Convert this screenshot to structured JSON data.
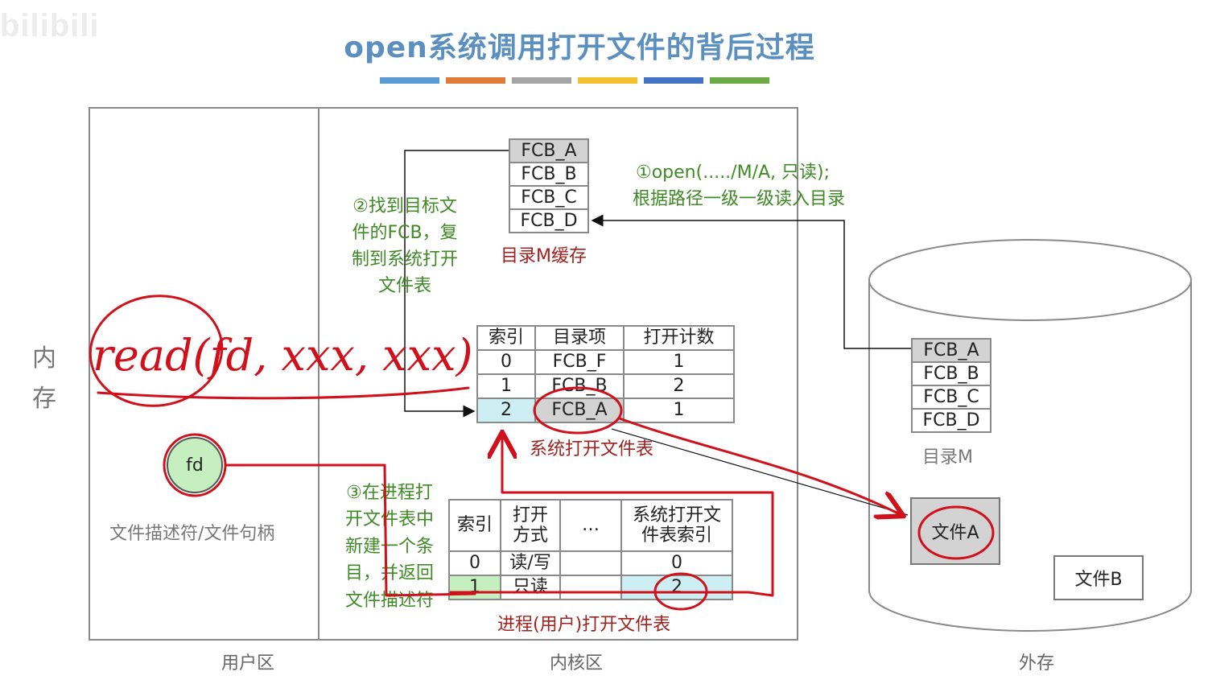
{
  "watermark": "bilibili",
  "title": "open系统调用打开文件的背后过程",
  "title_bar_colors": [
    "#5a9bd3",
    "#e07b39",
    "#a5a5a5",
    "#f2c12e",
    "#4472c4",
    "#6aab46"
  ],
  "side_label": [
    "内",
    "存"
  ],
  "zones": {
    "user": "用户区",
    "kernel": "内核区",
    "external": "外存"
  },
  "dir_cache": {
    "rows": [
      "FCB_A",
      "FCB_B",
      "FCB_C",
      "FCB_D"
    ],
    "caption": "目录M缓存"
  },
  "disk_dir": {
    "rows": [
      "FCB_A",
      "FCB_B",
      "FCB_C",
      "FCB_D"
    ],
    "caption": "目录M"
  },
  "step1": [
    "①open(...../M/A, 只读);",
    "根据路径一级一级读入目录"
  ],
  "step2": [
    "②找到目标文",
    "件的FCB，复",
    "制到系统打开",
    "文件表"
  ],
  "step3": [
    "③在进程打",
    "开文件表中",
    "新建一个条",
    "目，并返回",
    "文件描述符"
  ],
  "system_table": {
    "headers": [
      "索引",
      "目录项",
      "打开计数"
    ],
    "rows": [
      [
        "0",
        "FCB_F",
        "1"
      ],
      [
        "1",
        "FCB_B",
        "2"
      ],
      [
        "2",
        "FCB_A",
        "1"
      ]
    ],
    "caption": "系统打开文件表"
  },
  "process_table": {
    "headers": [
      "索引",
      "打开\n方式",
      "…",
      "系统打开文\n件表索引"
    ],
    "rows": [
      [
        "0",
        "读/写",
        "",
        "0"
      ],
      [
        "1",
        "只读",
        "",
        "2"
      ]
    ],
    "caption": "进程(用户)打开文件表"
  },
  "fd": {
    "label": "fd",
    "caption": "文件描述符/文件句柄"
  },
  "files": {
    "a": "文件A",
    "b": "文件B"
  },
  "handwriting": "read(fd, xxx, xxx)",
  "colors": {
    "green_text": "#3e8a25",
    "red_text": "#a0221f",
    "ink": "#d0101a",
    "cyan": "#cdeff4",
    "fd_green": "#c6efc0"
  }
}
